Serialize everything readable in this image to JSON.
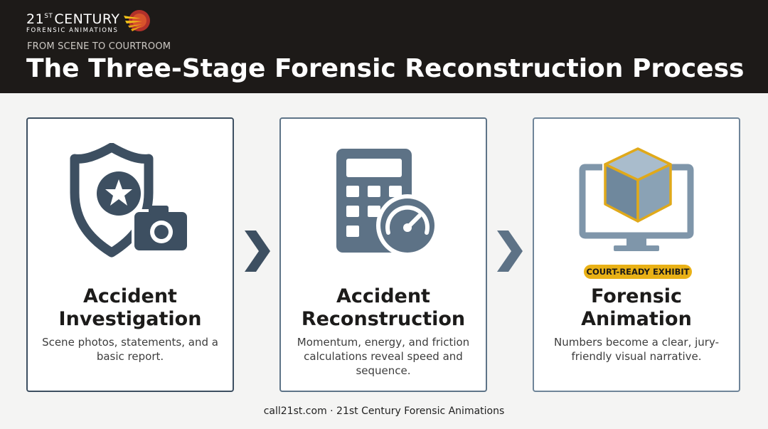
{
  "brand": {
    "name_main": "21",
    "name_sup": "ST",
    "name_rest": "CENTURY",
    "name_sub": "FORENSIC ANIMATIONS"
  },
  "header": {
    "eyebrow": "FROM SCENE TO COURTROOM",
    "title": "The Three-Stage Forensic Reconstruction Process"
  },
  "stages": [
    {
      "title_line1": "Accident",
      "title_line2": "Investigation",
      "desc": "Scene photos, statements, and a basic report.",
      "icon": "police-shield-camera-icon"
    },
    {
      "title_line1": "Accident",
      "title_line2": "Reconstruction",
      "desc": "Momentum, energy, and friction calculations reveal speed and sequence.",
      "icon": "calculator-speedometer-icon"
    },
    {
      "title_line1": "Forensic",
      "title_line2": "Animation",
      "desc": "Numbers become a clear, jury-friendly visual narrative.",
      "icon": "monitor-cube-icon",
      "badge": "COURT-READY EXHIBIT"
    }
  ],
  "colors": {
    "header_bg": "#1d1a18",
    "icon_dark": "#3d4f61",
    "icon_mid": "#5d7286",
    "icon_light": "#7f96aa",
    "accent_gold": "#e9b116"
  },
  "footer": {
    "text": "call21st.com · 21st Century Forensic Animations"
  }
}
